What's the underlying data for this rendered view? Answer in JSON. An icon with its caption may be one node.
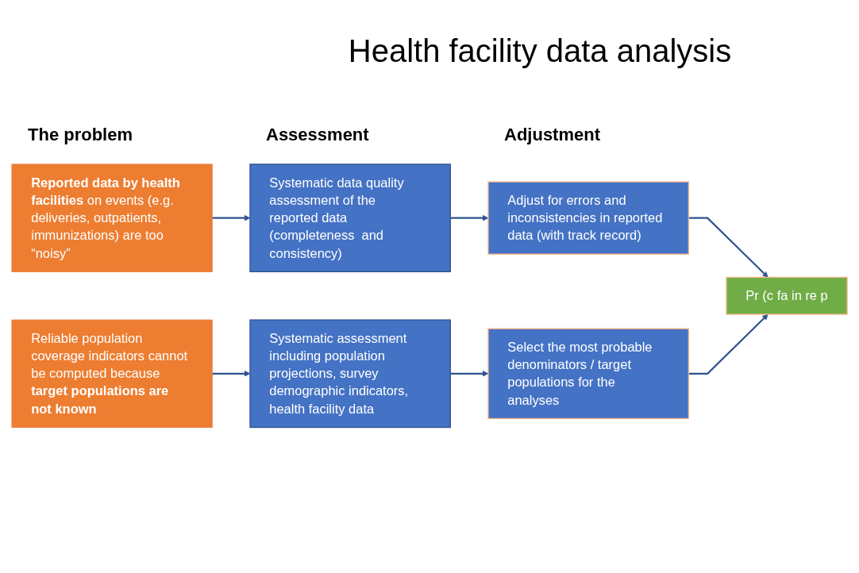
{
  "diagram": {
    "title": "Health facility data analysis",
    "nodes": [
      {
        "text": [
          "**Reported data by health facilities** on events (e.g. deliveries, outpatients, immunizations) are too “noisy”"
        ]
      },
      {
        "text": [
          "Systematic data quality assessment of the reported data (completeness  and consistency)"
        ]
      },
      {
        "text": [
          "Adjust for errors and inconsistencies in reported data (with track record)"
        ]
      },
      {
        "text": [
          "Reliable population coverage indicators cannot be computed because **target populations are not known**"
        ]
      },
      {
        "text": [
          "Systematic assessment including population projections, survey demographic indicators, health facility data"
        ]
      },
      {
        "text": [
          "Select the most probable denominators / target populations for the analyses"
        ]
      },
      {
        "text": [
          "Pr (c fa in re p"
        ]
      }
    ],
    "edges": [
      {
        "from": 0,
        "to": 1,
        "arrow": "to"
      },
      {
        "from": 1,
        "to": 2,
        "arrow": "to"
      },
      {
        "from": 3,
        "to": 4,
        "arrow": "to"
      },
      {
        "from": 4,
        "to": 5,
        "arrow": "to"
      },
      {
        "from": 2,
        "to": 6,
        "arrow": "to"
      },
      {
        "from": 5,
        "to": 6,
        "arrow": "to"
      }
    ],
    "labels": [
      "The problem",
      "Assessment",
      "Adjustment"
    ]
  }
}
